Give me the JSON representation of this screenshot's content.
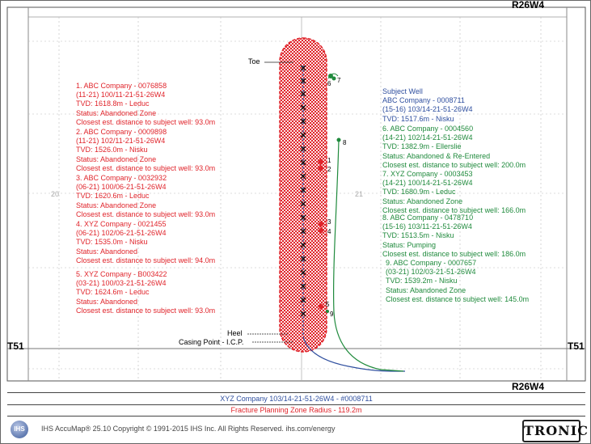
{
  "corners": {
    "top_right": "R26W4",
    "bottom_right": "R26W4",
    "left": "T51",
    "right": "T51"
  },
  "section_labels": {
    "left": "20",
    "right": "21"
  },
  "markers": {
    "toe": "Toe",
    "heel": "Heel",
    "casing_point": "Casing Point - I.C.P."
  },
  "well_numbers": [
    "1",
    "2",
    "3",
    "4",
    "5",
    "6",
    "7",
    "8",
    "9"
  ],
  "left_wells": [
    {
      "lines": [
        "1. ABC Company - 0076858",
        "(11-21)  100/11-21-51-26W4",
        "TVD: 1618.8m - Leduc",
        "Status: Abandoned Zone",
        "Closest est. distance to subject well: 93.0m"
      ]
    },
    {
      "lines": [
        "2. ABC Company - 0009898",
        "(11-21)  102/11-21-51-26W4",
        "TVD: 1526.0m - Nisku",
        "Status: Abandoned Zone",
        "Closest est. distance to subject well: 93.0m"
      ]
    },
    {
      "lines": [
        "3. ABC Company - 0032932",
        "(06-21)  100/06-21-51-26W4",
        "TVD: 1620.6m - Leduc",
        "Status: Abandoned Zone",
        "Closest est. distance to subject well: 93.0m"
      ]
    },
    {
      "lines": [
        "4. XYZ Company - 0021455",
        "(06-21)  102/06-21-51-26W4",
        "TVD: 1535.0m - Nisku",
        "Status: Abandoned",
        "Closest est. distance to subject well: 94.0m"
      ]
    },
    {
      "lines": [
        "5. XYZ Company - B003422",
        "(03-21)  100/03-21-51-26W4",
        "TVD: 1624.6m - Leduc",
        "Status: Abandoned",
        "Closest est. distance to subject well: 93.0m"
      ]
    }
  ],
  "subject_well": {
    "lines": [
      "Subject Well",
      "ABC Company - 0008711",
      "(15-16)  103/14-21-51-26W4",
      "TVD: 1517.6m - Nisku"
    ]
  },
  "right_wells": [
    {
      "lines": [
        "6. ABC Company - 0004560",
        "(14-21)  102/14-21-51-26W4",
        "TVD: 1382.9m - Ellerslie",
        "Status: Abandoned & Re-Entered",
        "Closest est. distance to subject well: 200.0m"
      ]
    },
    {
      "lines": [
        "7. XYZ Company - 0003453",
        "(14-21)  100/14-21-51-26W4",
        "TVD: 1680.9m - Leduc",
        "Status: Abandoned Zone",
        "Closest est. distance to subject well: 166.0m"
      ]
    },
    {
      "lines": [
        "8. ABC Company - 0478710",
        "(15-16)  103/11-21-51-26W4",
        "TVD: 1513.5m - Nisku",
        "Status: Pumping",
        "Closest est. distance to subject well: 186.0m"
      ]
    },
    {
      "lines": [
        "9. ABC Company - 0007657",
        "(03-21)  102/03-21-51-26W4",
        "TVD: 1539.2m - Nisku",
        "Status: Abandoned Zone",
        "Closest est. distance to subject well: 145.0m"
      ]
    }
  ],
  "title_bar": "XYZ Company 103/14-21-51-26W4 - #0008711",
  "radius_bar": "Fracture Planning Zone Radius - 119.2m",
  "footer": {
    "copyright": "IHS AccuMap® 25.10 Copyright © 1991-2015 IHS Inc. All Rights Reserved. ihs.com/energy",
    "ihs_logo_text": "IHS",
    "tronic_logo_text": "TRONIC"
  },
  "colors": {
    "offset_red": "#e0242b",
    "subject_blue": "#2f4f9f",
    "offset_green": "#1f8a3c"
  }
}
